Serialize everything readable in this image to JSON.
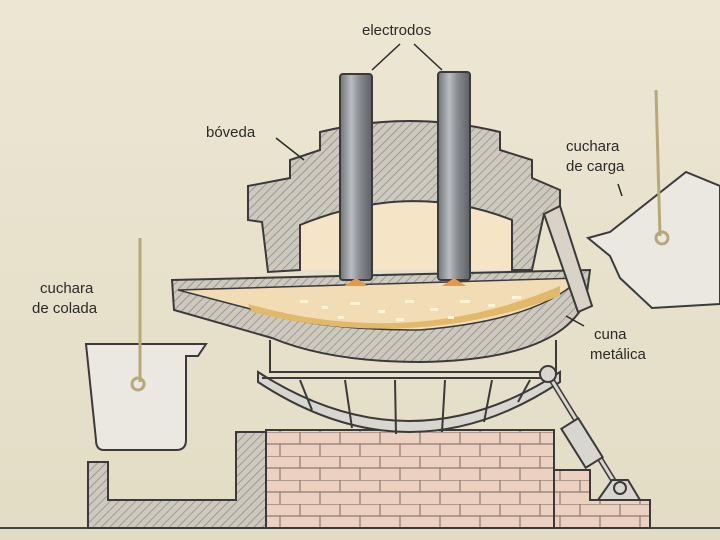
{
  "labels": {
    "electrodes": "electrodos",
    "vault": "bóveda",
    "charge_ladle_line1": "cuchara",
    "charge_ladle_line2": "de carga",
    "pour_ladle_line1": "cuchara",
    "pour_ladle_line2": "de colada",
    "cradle_line1": "cuna",
    "cradle_line2": "metálica"
  },
  "colors": {
    "background": "#e9e3cf",
    "refractory": "#c9c5bb",
    "electrode": "#8e9297",
    "inner_chamber": "#f4e3c3",
    "molten_bath": "#e5c07a",
    "brick": "#e9c8b8",
    "outline": "#3a3a3a"
  }
}
